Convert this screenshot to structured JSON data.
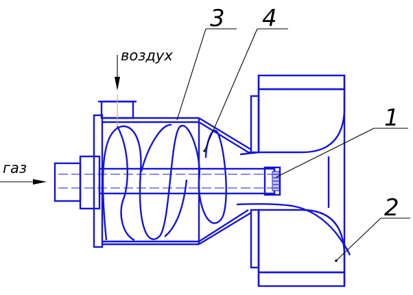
{
  "labels": {
    "air": "воздух",
    "gas": "газ",
    "n1": "1",
    "n2": "2",
    "n3": "3",
    "n4": "4"
  },
  "colors": {
    "outline": "#1414d8",
    "annotation": "#000000",
    "fitting": "#e8a060"
  }
}
